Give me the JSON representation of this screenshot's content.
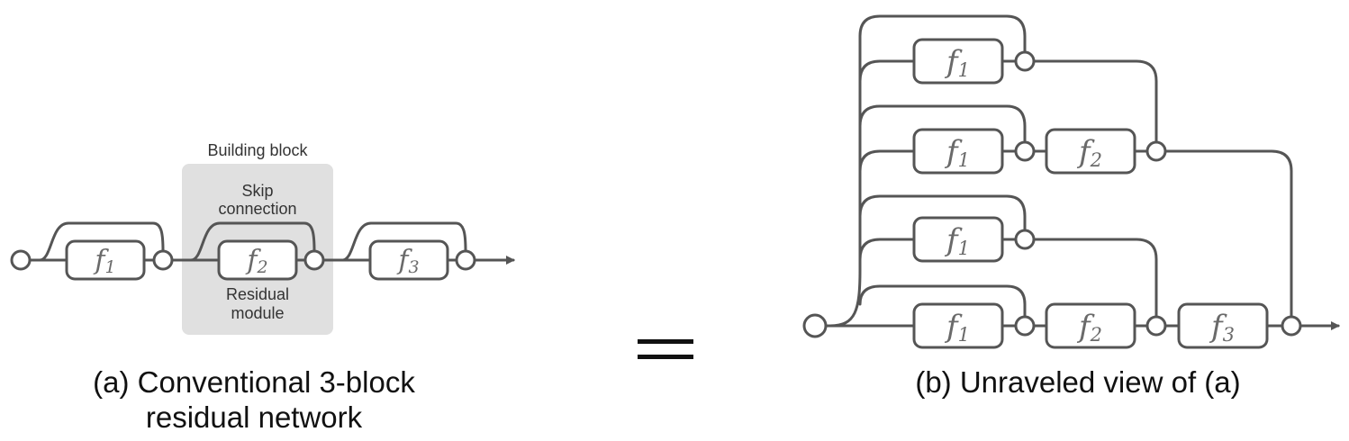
{
  "left": {
    "building_block_title": "Building block",
    "skip_label_line1": "Skip",
    "skip_label_line2": "connection",
    "residual_label_line1": "Residual",
    "residual_label_line2": "module",
    "blocks": [
      "f1",
      "f2",
      "f3"
    ],
    "caption_line1": "(a) Conventional 3-block",
    "caption_line2": "residual network"
  },
  "equals": "=",
  "right": {
    "rows": [
      [
        "f1"
      ],
      [
        "f1",
        "f2"
      ],
      [
        "f1"
      ],
      [
        "f1",
        "f2",
        "f3"
      ]
    ],
    "caption": "(b) Unraveled view of (a)"
  },
  "colors": {
    "line": "#555555",
    "highlight": "#e0e0e0",
    "label": "#6a6a6a"
  }
}
